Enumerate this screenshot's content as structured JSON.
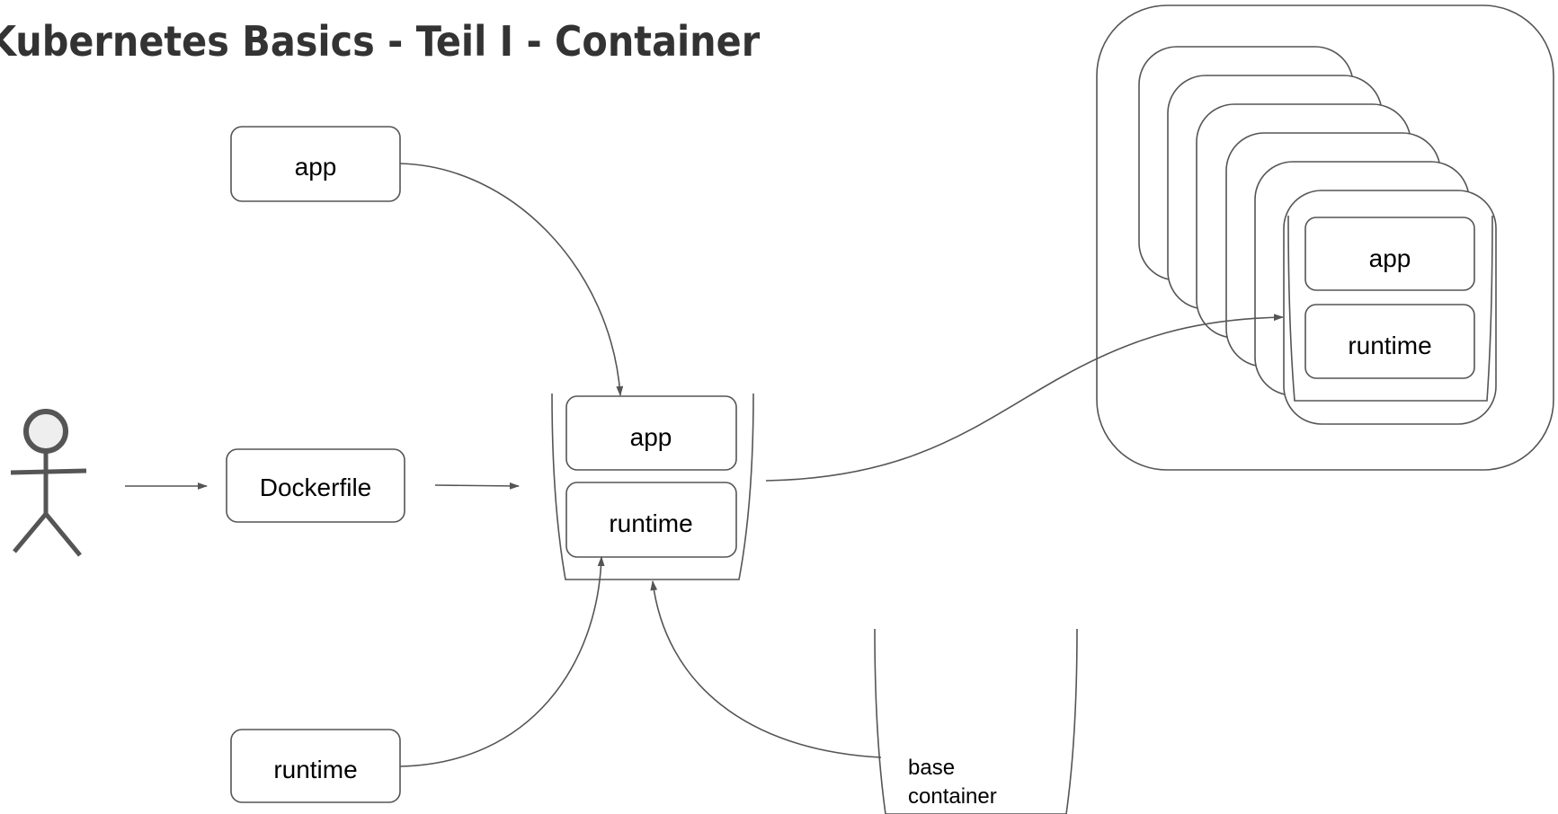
{
  "title": "Kubernetes Basics - Teil I - Container",
  "nodes": {
    "app_source": "app",
    "dockerfile": "Dockerfile",
    "runtime_source": "runtime",
    "image_app": "app",
    "image_runtime": "runtime",
    "base_container": [
      "base",
      "container"
    ],
    "cluster_app": "app",
    "cluster_runtime": "runtime"
  },
  "colors": {
    "stroke": "#555555",
    "text": "#000000",
    "title": "#333333",
    "actor_head_fill": "#eeeeee",
    "background": "#ffffff"
  }
}
